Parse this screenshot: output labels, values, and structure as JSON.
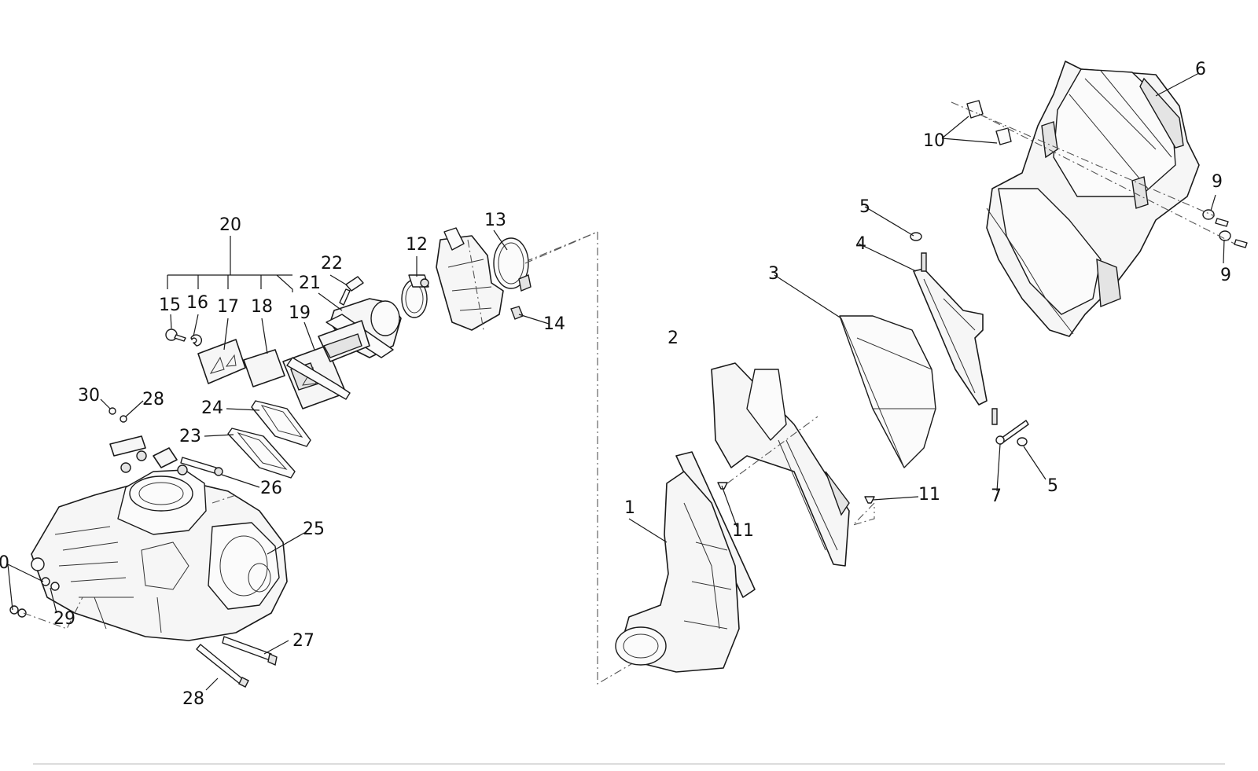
{
  "callouts": {
    "c1": "1",
    "c2": "2",
    "c3": "3",
    "c4": "4",
    "c5a": "5",
    "c5b": "5",
    "c6": "6",
    "c7": "7",
    "c9a": "9",
    "c9b": "9",
    "c10": "10",
    "c11a": "11",
    "c11b": "11",
    "c12": "12",
    "c13": "13",
    "c14": "14",
    "c15": "15",
    "c16": "16",
    "c17": "17",
    "c18": "18",
    "c19": "19",
    "c20": "20",
    "c21": "21",
    "c22": "22",
    "c23": "23",
    "c24": "24",
    "c25": "25",
    "c26": "26",
    "c27": "27",
    "c28a": "28",
    "c28b": "28",
    "c29": "29",
    "c30a": "30",
    "c30b": "0"
  },
  "colors": {
    "line": "#1a1a1a",
    "fill": "#f6f6f6",
    "background": "#ffffff"
  }
}
